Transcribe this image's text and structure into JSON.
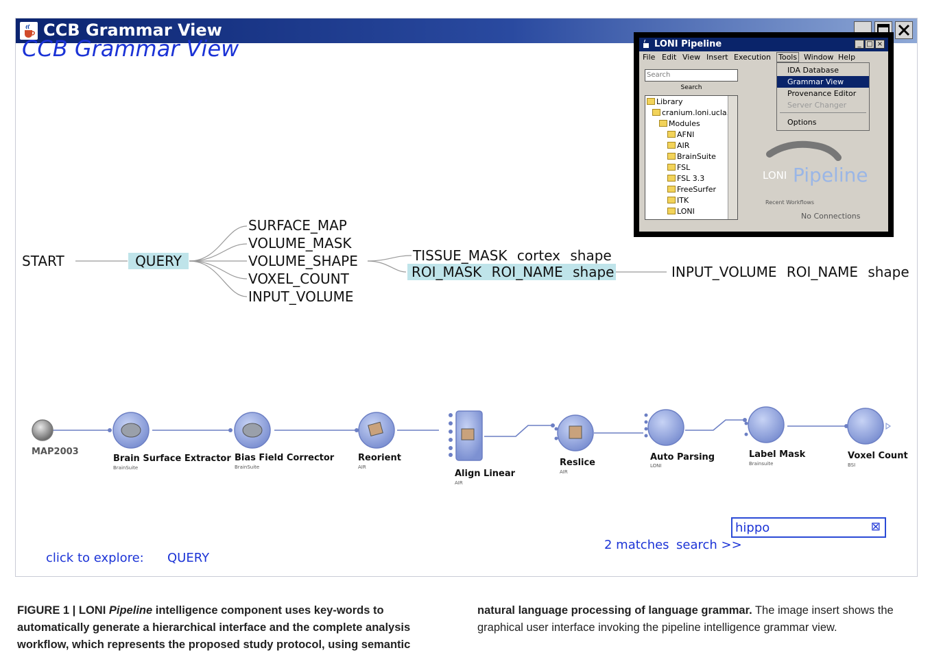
{
  "window": {
    "title": "CCB Grammar View"
  },
  "page_title": "CCB Grammar View",
  "grammar_tree": {
    "start": "START",
    "query": "QUERY",
    "query_children": [
      "SURFACE_MAP",
      "VOLUME_MASK",
      "VOLUME_SHAPE",
      "VOXEL_COUNT",
      "INPUT_VOLUME"
    ],
    "shape_children": [
      {
        "w1": "TISSUE_MASK",
        "w2": "cortex",
        "w3": "shape"
      },
      {
        "w1": "ROI_MASK",
        "w2": "ROI_NAME",
        "w3": "shape"
      }
    ],
    "leaf": {
      "w1": "INPUT_VOLUME",
      "w2": "ROI_NAME",
      "w3": "shape"
    }
  },
  "pipeline": {
    "source": "MAP2003",
    "modules": [
      {
        "label": "Brain Surface Extractor",
        "package": "BrainSuite"
      },
      {
        "label": "Bias Field Corrector",
        "package": "BrainSuite"
      },
      {
        "label": "Reorient",
        "package": "AIR"
      },
      {
        "label": "Align Linear",
        "package": "AIR"
      },
      {
        "label": "Reslice",
        "package": "AIR"
      },
      {
        "label": "Auto Parsing",
        "package": "LONI"
      },
      {
        "label": "Label Mask",
        "package": "Brainsuite"
      },
      {
        "label": "Voxel Count",
        "package": "BSI"
      }
    ]
  },
  "explore": {
    "label": "click to explore:",
    "value": "QUERY"
  },
  "search": {
    "matches": "2 matches",
    "label": "search >>",
    "value": "hippo"
  },
  "inset": {
    "title": "LONI Pipeline",
    "menu": [
      "File",
      "Edit",
      "View",
      "Insert",
      "Execution",
      "Tools",
      "Window",
      "Help"
    ],
    "tools_menu": [
      "IDA Database",
      "Grammar View",
      "Provenance Editor",
      "Server Changer",
      "Options"
    ],
    "search_placeholder": "Search",
    "search_button": "Search",
    "tree": [
      "Library",
      "cranium.loni.ucla.e",
      "Modules",
      "AFNI",
      "AIR",
      "BrainSuite",
      "FSL",
      "FSL 3.3",
      "FreeSurfer",
      "ITK",
      "LONI"
    ],
    "logo_prefix": "LONI",
    "logo": "Pipeline",
    "recent": "Recent Workflows",
    "connections": "No Connections"
  },
  "caption": {
    "left_lead": "FIGURE 1 | LONI ",
    "left_italic": "Pipeline",
    "left_bold": " intelligence component uses key-words to automatically generate a hierarchical interface and the complete analysis workflow, which represents the proposed study protocol, using semantic",
    "right_bold": "natural language processing of language grammar.",
    "right_normal": " The image insert shows the graphical user interface invoking the pipeline intelligence grammar view."
  },
  "colors": {
    "accent_blue": "#1b33d6",
    "highlight": "#bfe4ea",
    "titlebar": "#0b2470",
    "pipe_line": "#6c7fc4",
    "module_fill": "#8c9fd8"
  }
}
